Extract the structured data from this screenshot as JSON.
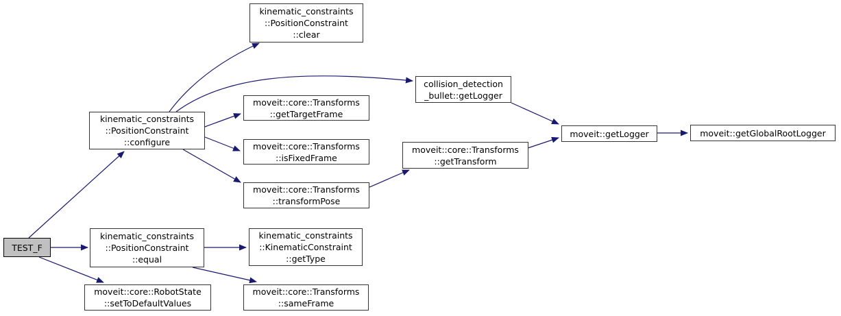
{
  "diagram": {
    "type": "doxygen-call-graph",
    "root_function": "TEST_F",
    "colors": {
      "background": "#ffffff",
      "edge": "#191970",
      "node_fill": "#ffffff",
      "node_border": "#333333",
      "node_text": "#000000",
      "root_node_fill": "#c0c0c0",
      "root_node_border": "#000000"
    }
  },
  "nodes": {
    "test_f": {
      "label": "TEST_F",
      "lines": [
        "TEST_F"
      ]
    },
    "configure": {
      "label": "kinematic_constraints::PositionConstraint::configure",
      "lines": [
        "kinematic_constraints",
        "::PositionConstraint",
        "::configure"
      ]
    },
    "clear": {
      "label": "kinematic_constraints::PositionConstraint::clear",
      "lines": [
        "kinematic_constraints",
        "::PositionConstraint",
        "::clear"
      ]
    },
    "get_target_frame": {
      "label": "moveit::core::Transforms::getTargetFrame",
      "lines": [
        "moveit::core::Transforms",
        "::getTargetFrame"
      ]
    },
    "is_fixed_frame": {
      "label": "moveit::core::Transforms::isFixedFrame",
      "lines": [
        "moveit::core::Transforms",
        "::isFixedFrame"
      ]
    },
    "transform_pose": {
      "label": "moveit::core::Transforms::transformPose",
      "lines": [
        "moveit::core::Transforms",
        "::transformPose"
      ]
    },
    "collision_get_logger": {
      "label": "collision_detection_bullet::getLogger",
      "lines": [
        "collision_detection",
        "_bullet::getLogger"
      ]
    },
    "get_transform": {
      "label": "moveit::core::Transforms::getTransform",
      "lines": [
        "moveit::core::Transforms",
        "::getTransform"
      ]
    },
    "get_logger": {
      "label": "moveit::getLogger",
      "lines": [
        "moveit::getLogger"
      ]
    },
    "get_global_root_logger": {
      "label": "moveit::getGlobalRootLogger",
      "lines": [
        "moveit::getGlobalRootLogger"
      ]
    },
    "equal": {
      "label": "kinematic_constraints::PositionConstraint::equal",
      "lines": [
        "kinematic_constraints",
        "::PositionConstraint",
        "::equal"
      ]
    },
    "get_type": {
      "label": "kinematic_constraints::KinematicConstraint::getType",
      "lines": [
        "kinematic_constraints",
        "::KinematicConstraint",
        "::getType"
      ]
    },
    "set_to_default_values": {
      "label": "moveit::core::RobotState::setToDefaultValues",
      "lines": [
        "moveit::core::RobotState",
        "::setToDefaultValues"
      ]
    },
    "same_frame": {
      "label": "moveit::core::Transforms::sameFrame",
      "lines": [
        "moveit::core::Transforms",
        "::sameFrame"
      ]
    }
  },
  "edges": [
    {
      "from": "test_f",
      "to": "configure"
    },
    {
      "from": "test_f",
      "to": "equal"
    },
    {
      "from": "test_f",
      "to": "set_to_default_values"
    },
    {
      "from": "configure",
      "to": "clear"
    },
    {
      "from": "configure",
      "to": "collision_get_logger"
    },
    {
      "from": "configure",
      "to": "get_target_frame"
    },
    {
      "from": "configure",
      "to": "is_fixed_frame"
    },
    {
      "from": "configure",
      "to": "transform_pose"
    },
    {
      "from": "transform_pose",
      "to": "get_transform"
    },
    {
      "from": "collision_get_logger",
      "to": "get_logger"
    },
    {
      "from": "get_transform",
      "to": "get_logger"
    },
    {
      "from": "get_logger",
      "to": "get_global_root_logger"
    },
    {
      "from": "equal",
      "to": "get_type"
    },
    {
      "from": "equal",
      "to": "same_frame"
    }
  ]
}
